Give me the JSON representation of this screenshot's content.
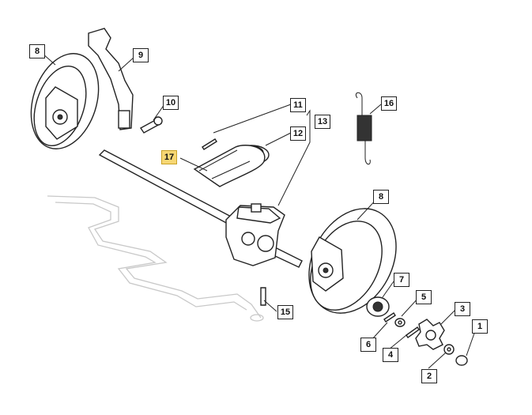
{
  "callouts": [
    {
      "id": "c1",
      "label": "1"
    },
    {
      "id": "c2",
      "label": "2"
    },
    {
      "id": "c3",
      "label": "3"
    },
    {
      "id": "c4",
      "label": "4"
    },
    {
      "id": "c5",
      "label": "5"
    },
    {
      "id": "c6",
      "label": "6"
    },
    {
      "id": "c7",
      "label": "7"
    },
    {
      "id": "c8a",
      "label": "8"
    },
    {
      "id": "c8b",
      "label": "8"
    },
    {
      "id": "c9",
      "label": "9"
    },
    {
      "id": "c10",
      "label": "10"
    },
    {
      "id": "c11",
      "label": "11"
    },
    {
      "id": "c12",
      "label": "12"
    },
    {
      "id": "c13",
      "label": "13"
    },
    {
      "id": "c15",
      "label": "15"
    },
    {
      "id": "c16",
      "label": "16"
    },
    {
      "id": "c17",
      "label": "17"
    }
  ],
  "highlight": {
    "color": "#f7d774",
    "selected_label": "17"
  }
}
